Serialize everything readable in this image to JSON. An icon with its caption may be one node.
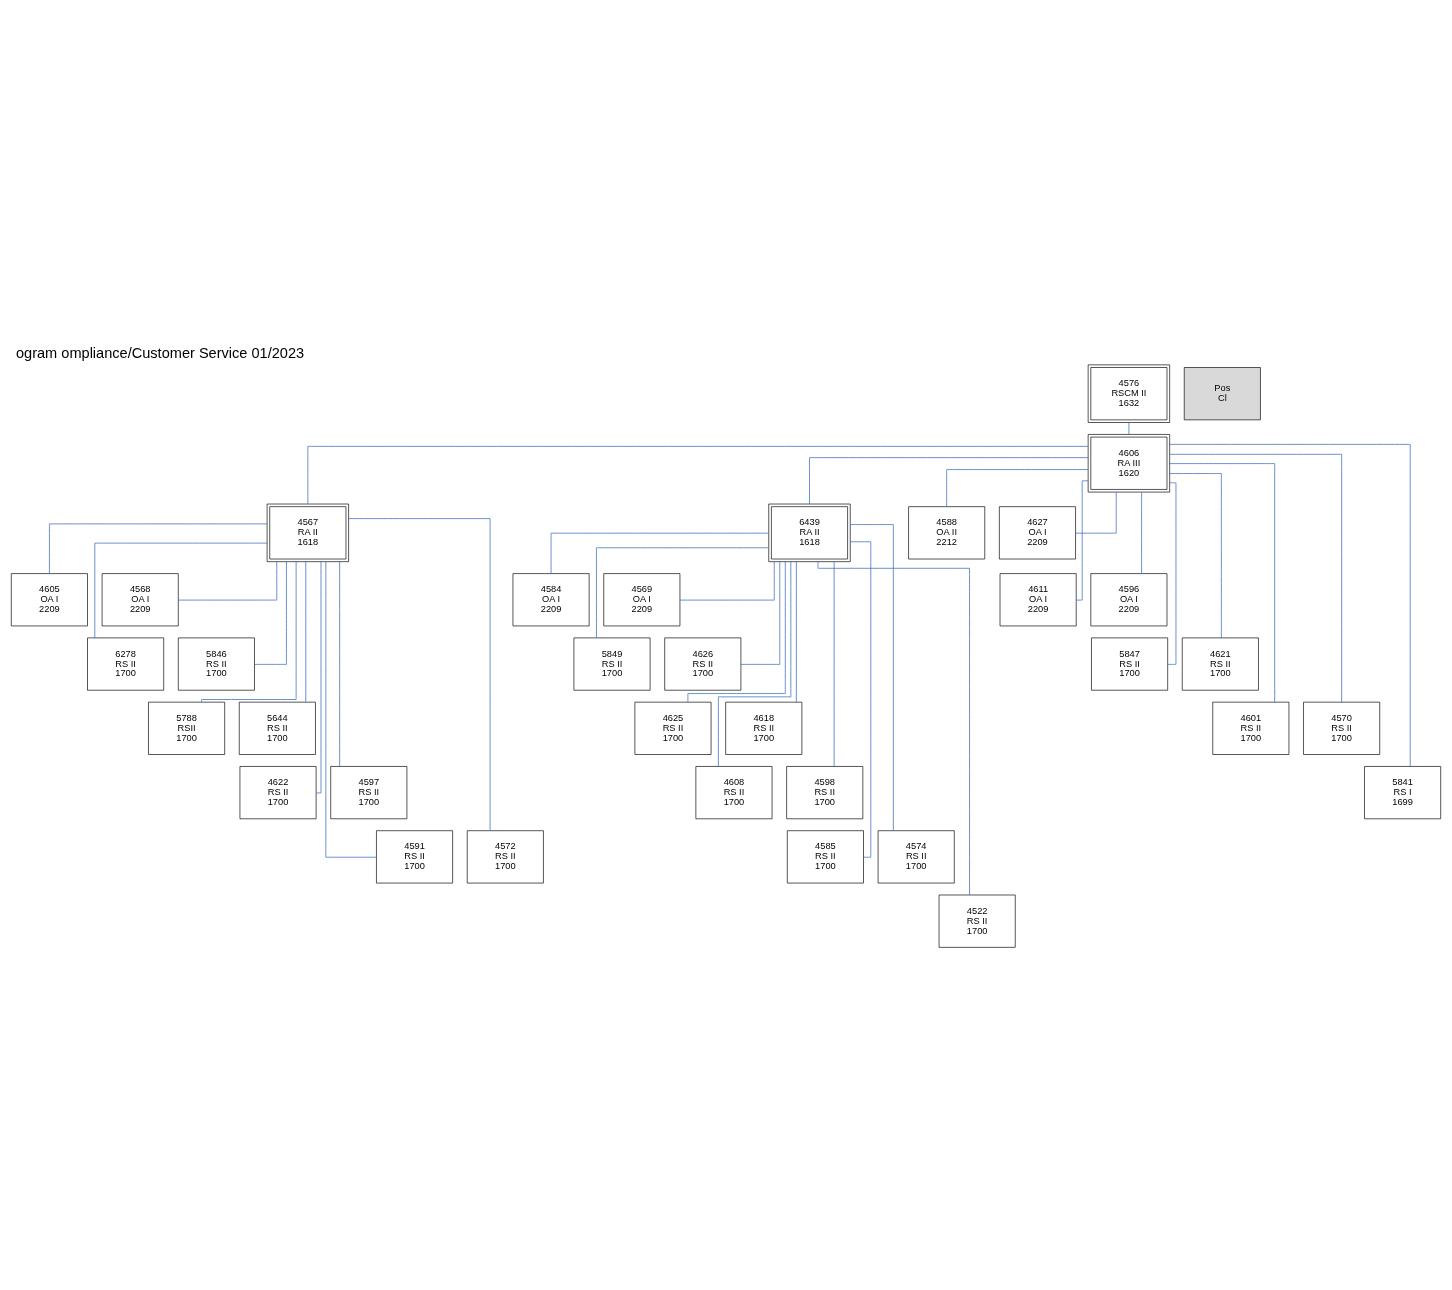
{
  "diagram": {
    "title": "ogram ompliance/Customer Service 01/2023",
    "nodes": [
      {
        "text": [
          "4576",
          "RSCM II",
          "1632"
        ]
      },
      {
        "text": [
          "4606",
          "RA III",
          "1620"
        ]
      },
      {
        "text": [
          "4567",
          "RA II",
          "1618"
        ]
      },
      {
        "text": [
          "6439",
          "RA II",
          "1618"
        ]
      },
      {
        "text": [
          "4605",
          "OA I",
          "2209"
        ]
      },
      {
        "text": [
          "4568",
          "OA I",
          "2209"
        ]
      },
      {
        "text": [
          "6278",
          "RS II",
          "1700"
        ]
      },
      {
        "text": [
          "5846",
          "RS II",
          "1700"
        ]
      },
      {
        "text": [
          "5788",
          "RSII",
          "1700"
        ]
      },
      {
        "text": [
          "5644",
          "RS II",
          "1700"
        ]
      },
      {
        "text": [
          "4622",
          "RS II",
          "1700"
        ]
      },
      {
        "text": [
          "4597",
          "RS II",
          "1700"
        ]
      },
      {
        "text": [
          "4591",
          "RS II",
          "1700"
        ]
      },
      {
        "text": [
          "4572",
          "RS II",
          "1700"
        ]
      },
      {
        "text": [
          "4588",
          "OA II",
          "2212"
        ]
      },
      {
        "text": [
          "4627",
          "OA I",
          "2209"
        ]
      },
      {
        "text": [
          "4611",
          "OA I",
          "2209"
        ]
      },
      {
        "text": [
          "4596",
          "OA I",
          "2209"
        ]
      },
      {
        "text": [
          "5847",
          "RS II",
          "1700"
        ]
      },
      {
        "text": [
          "4621",
          "RS II",
          "1700"
        ]
      },
      {
        "text": [
          "4601",
          "RS II",
          "1700"
        ]
      },
      {
        "text": [
          "4570",
          "RS II",
          "1700"
        ]
      },
      {
        "text": [
          "5841",
          "RS I",
          "1699"
        ]
      },
      {
        "text": [
          "4584",
          "OA I",
          "2209"
        ]
      },
      {
        "text": [
          "4569",
          "OA I",
          "2209"
        ]
      },
      {
        "text": [
          "5849",
          "RS II",
          "1700"
        ]
      },
      {
        "text": [
          "4626",
          "RS II",
          "1700"
        ]
      },
      {
        "text": [
          "4625",
          "RS II",
          "1700"
        ]
      },
      {
        "text": [
          "4618",
          "RS II",
          "1700"
        ]
      },
      {
        "text": [
          "4608",
          "RS II",
          "1700"
        ]
      },
      {
        "text": [
          "4598",
          "RS II",
          "1700"
        ]
      },
      {
        "text": [
          "4585",
          "RS II",
          "1700"
        ]
      },
      {
        "text": [
          "4574",
          "RS II",
          "1700"
        ]
      },
      {
        "text": [
          "4522",
          "RS II",
          "1700"
        ]
      },
      {
        "text": [
          "Pos",
          "Cl"
        ]
      }
    ],
    "edges": [
      {
        "from": 0,
        "to": 1,
        "arrow": "none"
      },
      {
        "from": 1,
        "to": 2,
        "arrow": "none"
      },
      {
        "from": 1,
        "to": 3,
        "arrow": "none"
      },
      {
        "from": 2,
        "to": 4,
        "arrow": "none"
      },
      {
        "from": 2,
        "to": 5,
        "arrow": "none"
      },
      {
        "from": 2,
        "to": 6,
        "arrow": "none"
      },
      {
        "from": 2,
        "to": 7,
        "arrow": "none"
      },
      {
        "from": 2,
        "to": 8,
        "arrow": "none"
      },
      {
        "from": 2,
        "to": 9,
        "arrow": "none"
      },
      {
        "from": 2,
        "to": 10,
        "arrow": "none"
      },
      {
        "from": 2,
        "to": 11,
        "arrow": "none"
      },
      {
        "from": 2,
        "to": 12,
        "arrow": "none"
      },
      {
        "from": 2,
        "to": 13,
        "arrow": "none"
      },
      {
        "from": 1,
        "to": 14,
        "arrow": "none"
      },
      {
        "from": 1,
        "to": 15,
        "arrow": "none"
      },
      {
        "from": 1,
        "to": 16,
        "arrow": "none"
      },
      {
        "from": 1,
        "to": 17,
        "arrow": "none"
      },
      {
        "from": 1,
        "to": 18,
        "arrow": "none"
      },
      {
        "from": 1,
        "to": 19,
        "arrow": "none"
      },
      {
        "from": 1,
        "to": 20,
        "arrow": "none"
      },
      {
        "from": 1,
        "to": 21,
        "arrow": "none"
      },
      {
        "from": 1,
        "to": 22,
        "arrow": "none"
      },
      {
        "from": 3,
        "to": 23,
        "arrow": "none"
      },
      {
        "from": 3,
        "to": 24,
        "arrow": "none"
      },
      {
        "from": 3,
        "to": 25,
        "arrow": "none"
      },
      {
        "from": 3,
        "to": 26,
        "arrow": "none"
      },
      {
        "from": 3,
        "to": 27,
        "arrow": "none"
      },
      {
        "from": 3,
        "to": 28,
        "arrow": "none"
      },
      {
        "from": 3,
        "to": 29,
        "arrow": "none"
      },
      {
        "from": 3,
        "to": 30,
        "arrow": "none"
      },
      {
        "from": 3,
        "to": 31,
        "arrow": "none"
      },
      {
        "from": 3,
        "to": 32,
        "arrow": "none"
      },
      {
        "from": 3,
        "to": 33,
        "arrow": "none"
      }
    ]
  }
}
